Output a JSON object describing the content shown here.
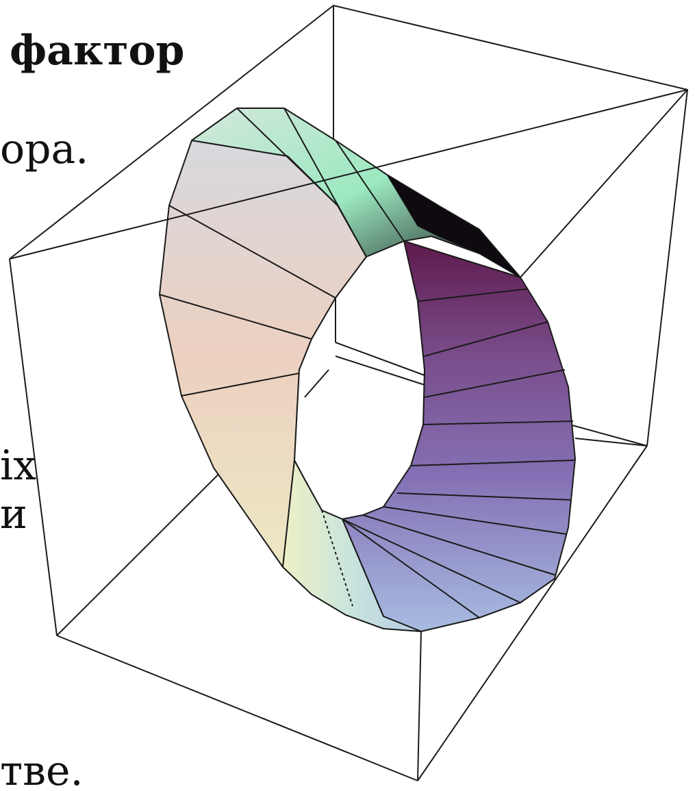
{
  "slide": {
    "title_fragment": "фактор",
    "text_fragments": [
      "ора.",
      "іх",
      "и",
      "тве."
    ]
  },
  "figure": {
    "subject": "3d-surface-ring-strip",
    "colors": {
      "background": "#ffffff",
      "text": "#111111",
      "edges": "#1a1a1a",
      "dark_top": "#0e0a10",
      "mint": "#9ce8c0",
      "plum": "#5e1a4c",
      "purple": "#8470b4",
      "lavender": "#a4b0e0",
      "peach": "#eed6c2",
      "pale_yellow": "#eef0c6"
    }
  }
}
